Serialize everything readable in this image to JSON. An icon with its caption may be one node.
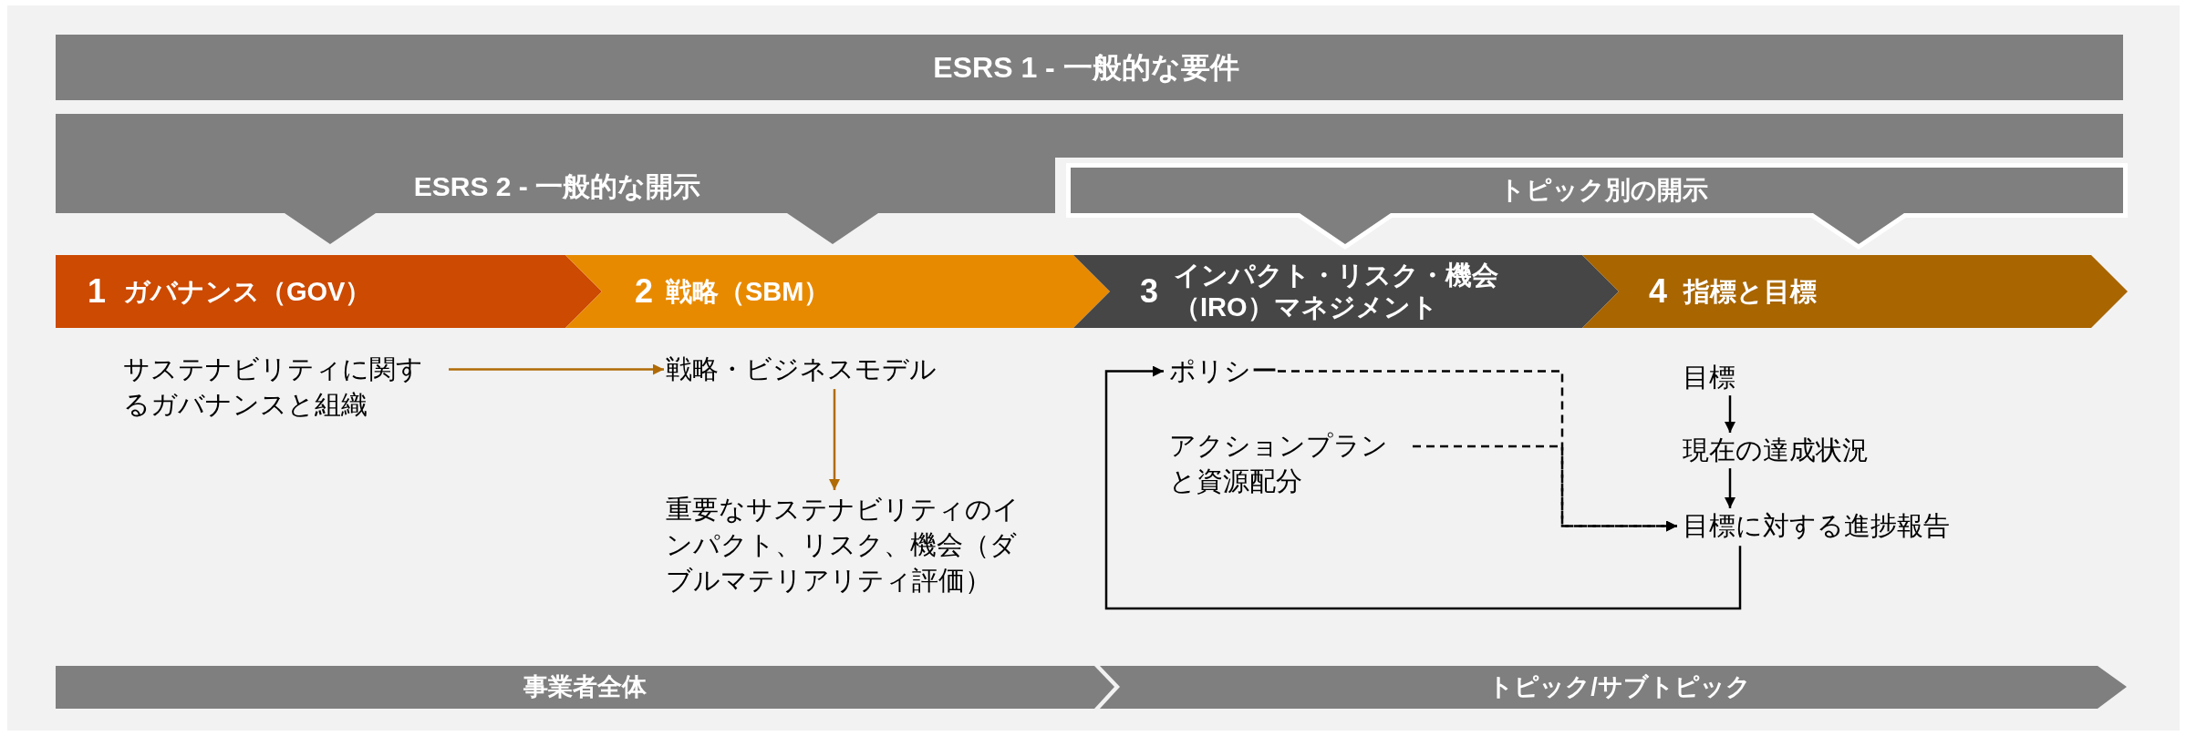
{
  "diagram": {
    "nodes": [
      {
        "text": [
          "ESRS 1 - 一般的な要件"
        ]
      },
      {
        "text": [
          "ESRS 2 - 一般的な開示"
        ]
      },
      {
        "text": [
          "トピック別の開示"
        ]
      },
      {
        "text": [
          "1",
          "ガバナンス（GOV）"
        ]
      },
      {
        "text": [
          "2",
          "戦略（SBM）"
        ]
      },
      {
        "text": [
          "3",
          "インパクト・リスク・機会（IRO）マネジメント"
        ]
      },
      {
        "text": [
          "4",
          "指標と目標"
        ]
      },
      {
        "text": [
          "サステナビリティに関するガバナンスと組織"
        ]
      },
      {
        "text": [
          "戦略・ビジネスモデル"
        ]
      },
      {
        "text": [
          "重要なサステナビリティのインパクト、リスク、機会（ダブルマテリアリティ評価）"
        ]
      },
      {
        "text": [
          "ポリシー"
        ]
      },
      {
        "text": [
          "アクションプランと資源配分"
        ]
      },
      {
        "text": [
          "目標"
        ]
      },
      {
        "text": [
          "現在の達成状況"
        ]
      },
      {
        "text": [
          "目標に対する進捗報告"
        ]
      },
      {
        "text": [
          "事業者全体"
        ]
      },
      {
        "text": [
          "トピック/サブトピック"
        ]
      }
    ],
    "edges": [
      {
        "from": 7,
        "to": 8,
        "arrow": "to",
        "color": "#b06b06"
      },
      {
        "from": 8,
        "to": 9,
        "arrow": "to",
        "color": "#b06b06"
      },
      {
        "from": 14,
        "to": 10,
        "arrow": "to"
      },
      {
        "from": 10,
        "to": 14,
        "arrow": "to",
        "style": "dashed"
      },
      {
        "from": 11,
        "to": 14,
        "arrow": "to",
        "style": "dashed"
      },
      {
        "from": 12,
        "to": 13,
        "arrow": "to"
      },
      {
        "from": 13,
        "to": 14,
        "arrow": "to"
      }
    ]
  }
}
